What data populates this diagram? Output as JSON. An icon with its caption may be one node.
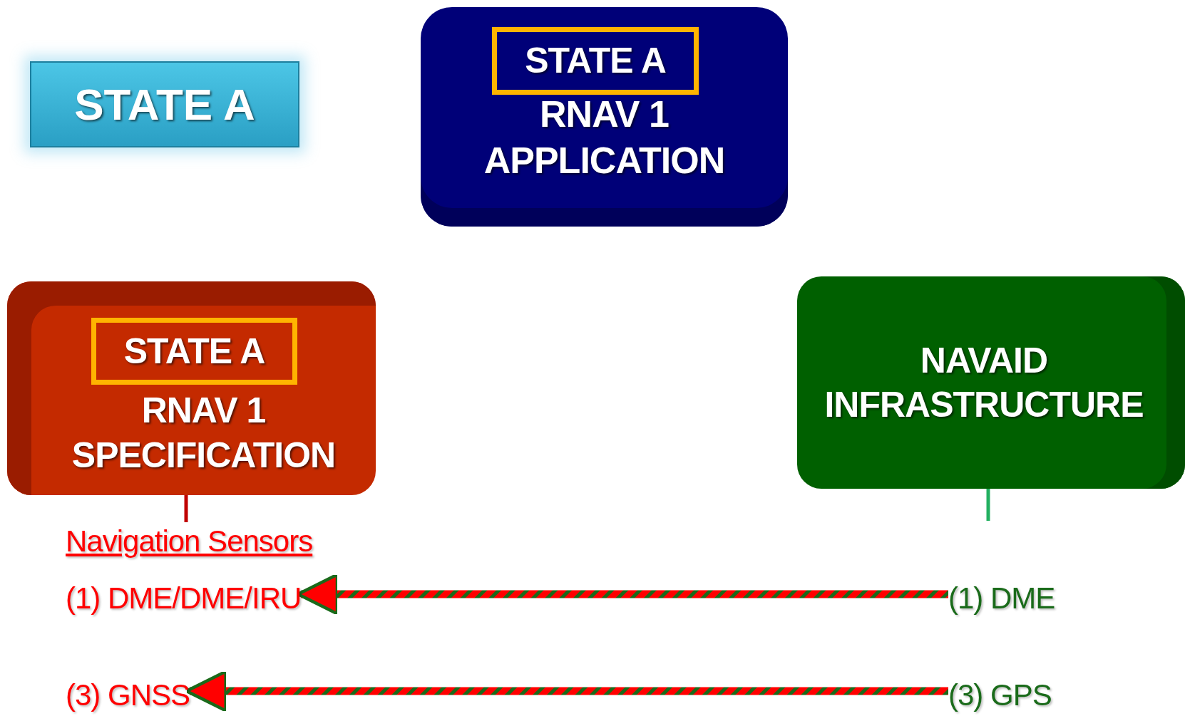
{
  "diagram": {
    "nodes": [
      {
        "text": [
          "STATE A"
        ]
      },
      {
        "text": [
          "RNAV 1 APPLICATION"
        ]
      },
      {
        "text": [
          "STATE A"
        ],
        "in": 1
      },
      {
        "text": [
          "RNAV 1 SPECIFICATION"
        ]
      },
      {
        "text": [
          "STATE A"
        ],
        "in": 3
      },
      {
        "text": [
          "NAVAID INFRASTRUCTURE"
        ]
      },
      {
        "text": [
          "Navigation Sensors"
        ]
      },
      {
        "text": [
          "(1) DME/DME/IRU"
        ]
      },
      {
        "text": [
          "(1) DME"
        ]
      },
      {
        "text": [
          "(3) GNSS"
        ]
      },
      {
        "text": [
          "(3) GPS"
        ]
      }
    ],
    "edges": [
      {
        "from": 3,
        "to": 6,
        "arrow": "none",
        "color": "#c00000"
      },
      {
        "from": 5,
        "to": null,
        "arrow": "none",
        "color": "#22b060"
      },
      {
        "from": 8,
        "to": 7,
        "arrow": "to"
      },
      {
        "from": 10,
        "to": 9,
        "arrow": "to"
      }
    ]
  }
}
